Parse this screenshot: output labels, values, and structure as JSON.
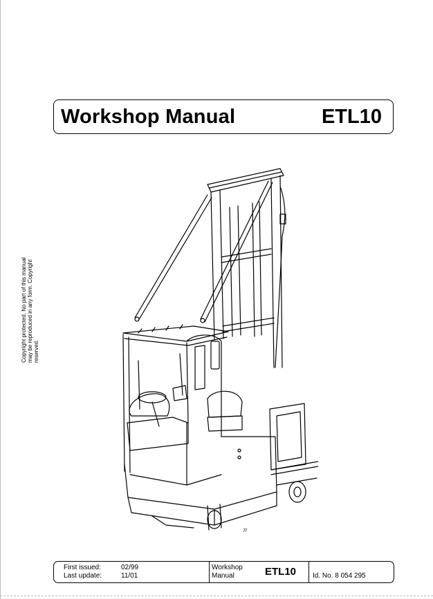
{
  "header": {
    "title": "Workshop Manual",
    "model": "ETL10"
  },
  "copyright": {
    "line1": "Copyright protected. No part of this manual",
    "line2": "may be reproduced in any form. Copyright",
    "line3": "reserved."
  },
  "figure": {
    "number": "7/"
  },
  "footer": {
    "first_issued_label": "First issued:",
    "first_issued_value": "02/99",
    "last_update_label": "Last update:",
    "last_update_value": "11/01",
    "manual_type_line1": "Workshop",
    "manual_type_line2": "Manual",
    "model": "ETL10",
    "id_number": "Id. No. 8 054 295"
  }
}
